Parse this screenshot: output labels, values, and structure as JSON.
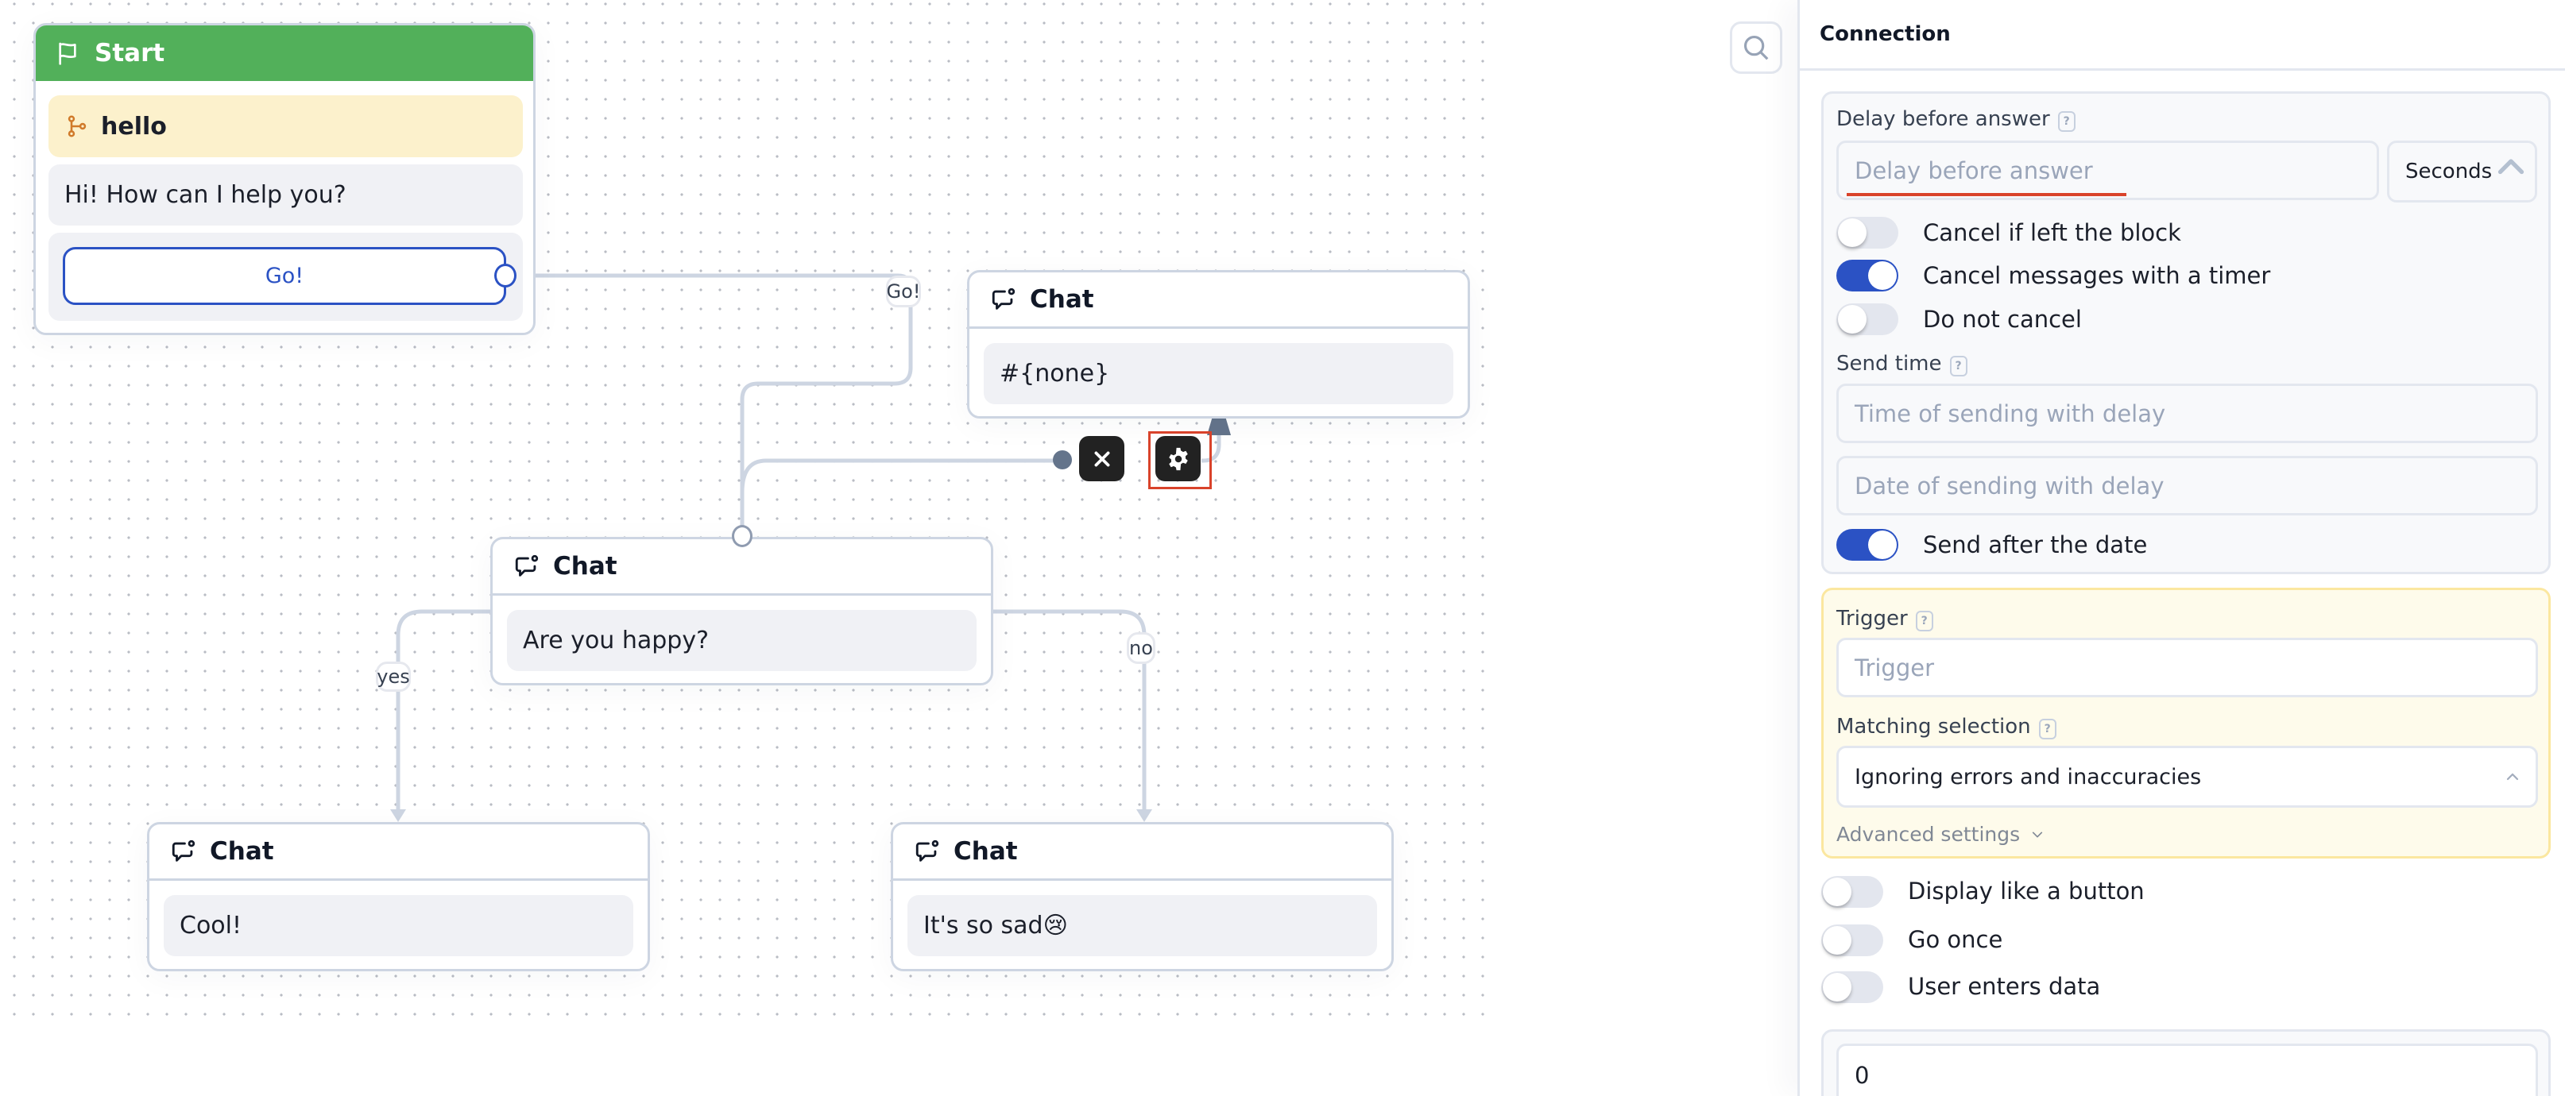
{
  "canvas": {
    "start_block": {
      "title": "Start",
      "icon": "flag-icon",
      "trigger": "hello",
      "trigger_icon": "branch-icon",
      "message": "Hi! How can I help you?",
      "button": "Go!"
    },
    "blocks": [
      {
        "title": "Chat",
        "icon": "chat-icon",
        "message": "#{none}"
      },
      {
        "title": "Chat",
        "icon": "chat-icon",
        "message": "Are you happy?"
      },
      {
        "title": "Chat",
        "icon": "chat-icon",
        "message": "Cool!"
      },
      {
        "title": "Chat",
        "icon": "chat-icon",
        "message": "It's so sad😢"
      }
    ],
    "edge_labels": {
      "go": "Go!",
      "yes": "yes",
      "no": "no"
    },
    "connection_tools": {
      "delete": "close-icon",
      "settings": "gear-icon"
    },
    "colors": {
      "start_header": "#52b05a",
      "accent": "#2b52c4",
      "wire": "#cdd5e2",
      "highlight": "#d9432b"
    }
  },
  "panel": {
    "title": "Connection",
    "delay": {
      "label": "Delay before answer",
      "placeholder": "Delay before answer",
      "unit": "Seconds",
      "toggles": [
        {
          "label": "Cancel if left the block",
          "on": false
        },
        {
          "label": "Cancel messages with a timer",
          "on": true
        },
        {
          "label": "Do not cancel",
          "on": false
        }
      ],
      "send_time_label": "Send time",
      "time_placeholder": "Time of sending with delay",
      "date_placeholder": "Date of sending with delay",
      "send_after": {
        "label": "Send after the date",
        "on": true
      }
    },
    "trigger": {
      "label": "Trigger",
      "placeholder": "Trigger",
      "matching_label": "Matching selection",
      "matching_value": "Ignoring errors and inaccuracies",
      "advanced": "Advanced settings"
    },
    "toggles": [
      {
        "label": "Display like a button",
        "on": false
      },
      {
        "label": "Go once",
        "on": false
      },
      {
        "label": "User enters data",
        "on": false
      }
    ],
    "number_value": "0"
  }
}
